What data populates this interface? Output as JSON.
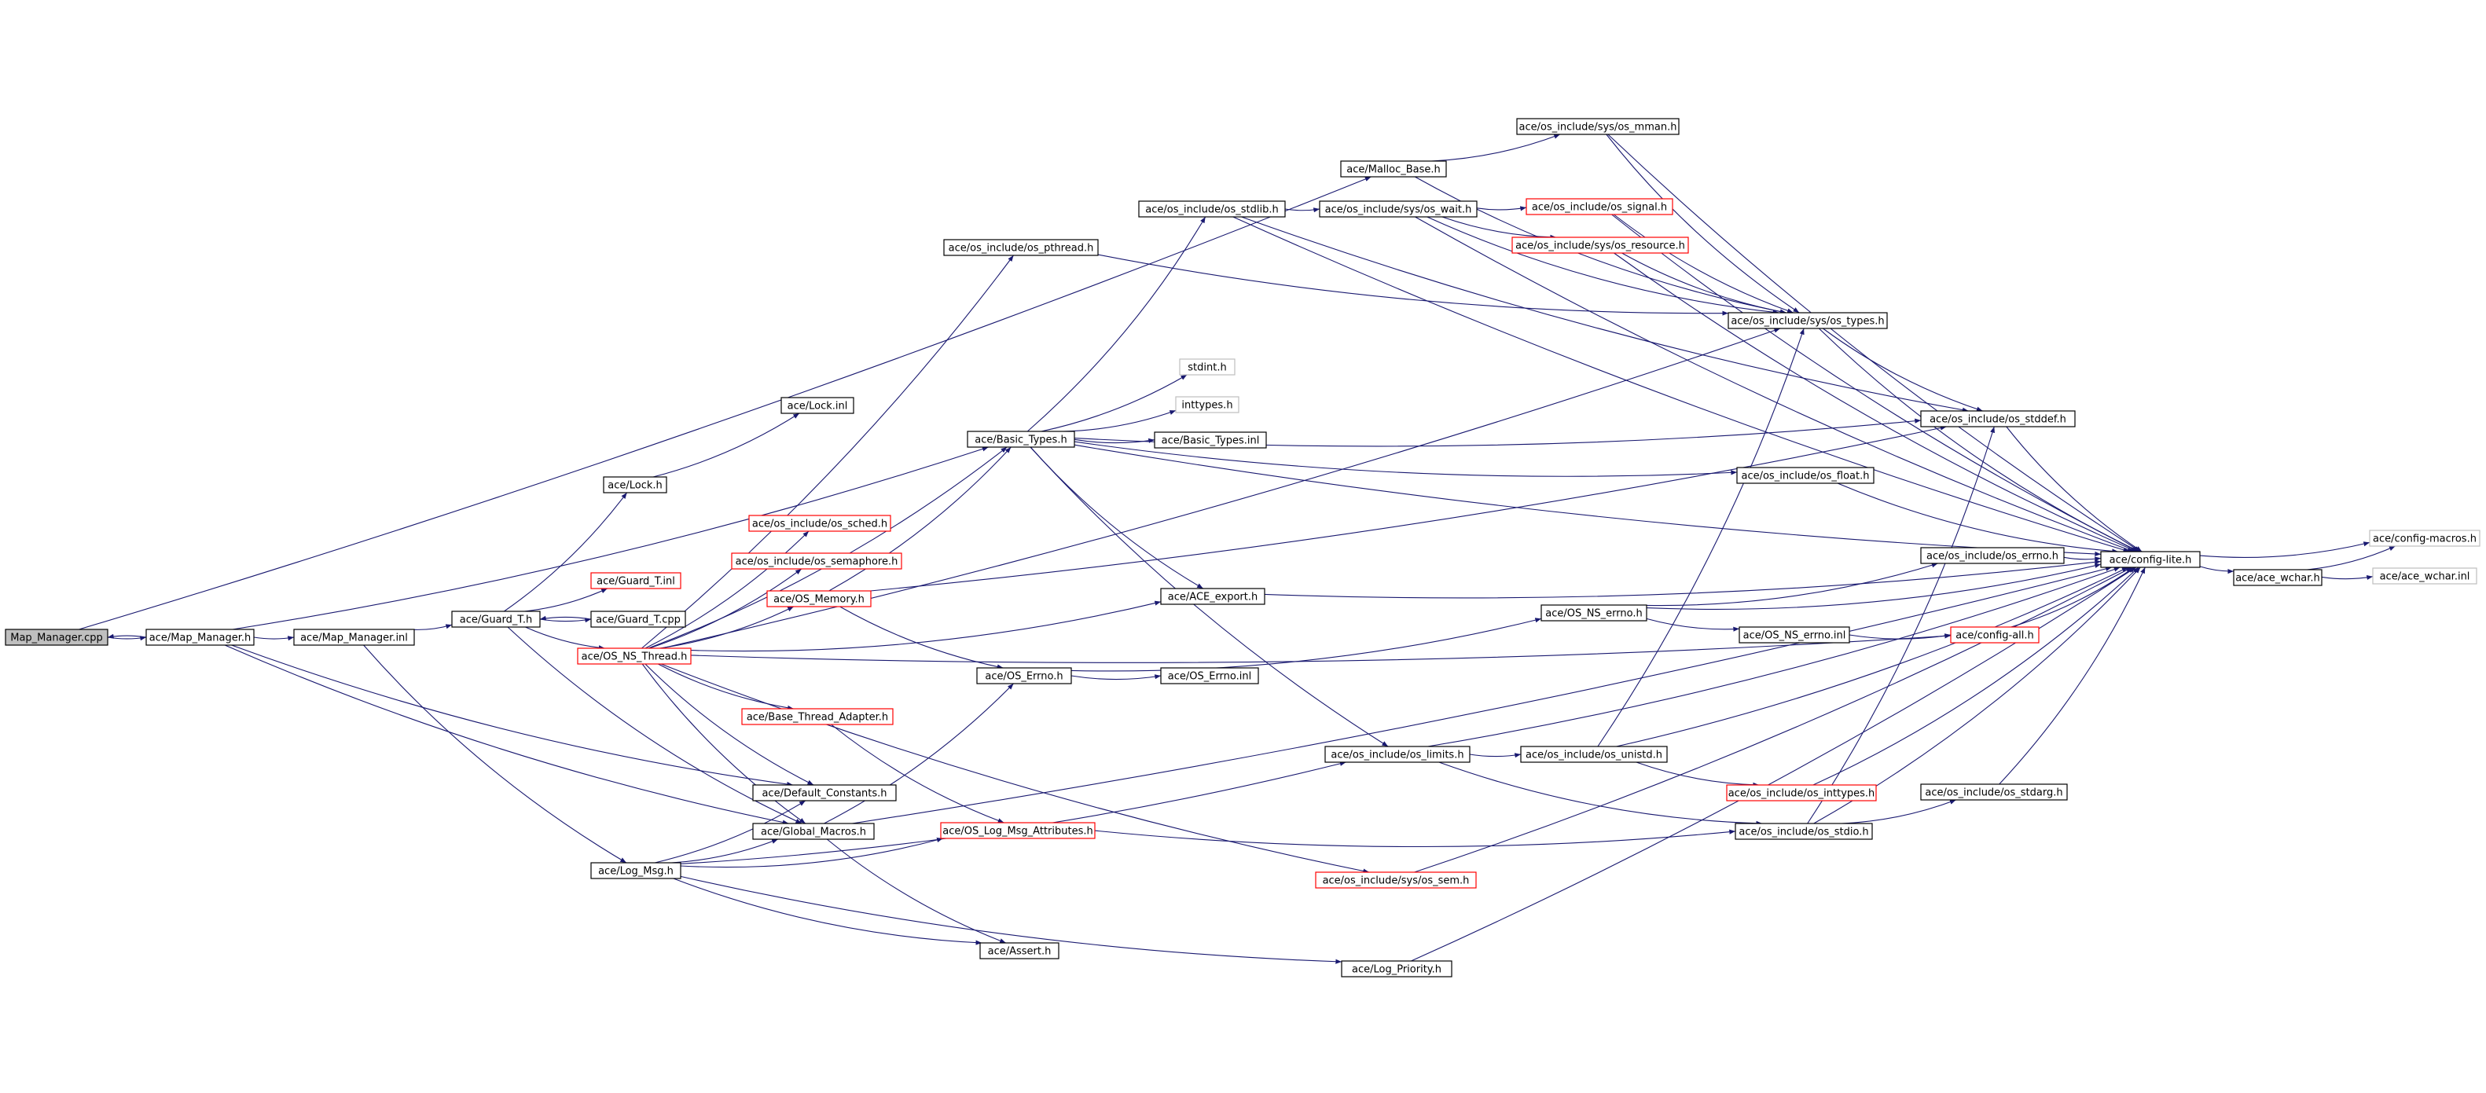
{
  "diagram": {
    "colors": {
      "edge": "#191970",
      "node_border": "#000000",
      "missing_border": "#ff0000",
      "external_border": "#bfbfbf",
      "root_fill": "#bfbfbf",
      "node_fill": "#ffffff"
    },
    "nodes": [
      {
        "id": "map_manager_cpp",
        "label": "Map_Manager.cpp",
        "style": "root"
      },
      {
        "id": "map_manager_h",
        "label": "ace/Map_Manager.h",
        "style": "normal"
      },
      {
        "id": "map_manager_inl",
        "label": "ace/Map_Manager.inl",
        "style": "normal"
      },
      {
        "id": "guard_t_h",
        "label": "ace/Guard_T.h",
        "style": "normal"
      },
      {
        "id": "lock_h",
        "label": "ace/Lock.h",
        "style": "normal"
      },
      {
        "id": "lock_inl",
        "label": "ace/Lock.inl",
        "style": "normal"
      },
      {
        "id": "guard_t_inl",
        "label": "ace/Guard_T.inl",
        "style": "missing"
      },
      {
        "id": "guard_t_cpp",
        "label": "ace/Guard_T.cpp",
        "style": "normal"
      },
      {
        "id": "os_ns_thread_h",
        "label": "ace/OS_NS_Thread.h",
        "style": "missing"
      },
      {
        "id": "os_pthread_h",
        "label": "ace/os_include/os_pthread.h",
        "style": "normal"
      },
      {
        "id": "os_sched_h",
        "label": "ace/os_include/os_sched.h",
        "style": "missing"
      },
      {
        "id": "os_semaphore_h",
        "label": "ace/os_include/os_semaphore.h",
        "style": "missing"
      },
      {
        "id": "os_memory_h",
        "label": "ace/OS_Memory.h",
        "style": "missing"
      },
      {
        "id": "base_thread_adapter_h",
        "label": "ace/Base_Thread_Adapter.h",
        "style": "missing"
      },
      {
        "id": "default_constants_h",
        "label": "ace/Default_Constants.h",
        "style": "normal"
      },
      {
        "id": "global_macros_h",
        "label": "ace/Global_Macros.h",
        "style": "normal"
      },
      {
        "id": "log_msg_h",
        "label": "ace/Log_Msg.h",
        "style": "normal"
      },
      {
        "id": "assert_h",
        "label": "ace/Assert.h",
        "style": "normal"
      },
      {
        "id": "log_priority_h",
        "label": "ace/Log_Priority.h",
        "style": "normal"
      },
      {
        "id": "basic_types_h",
        "label": "ace/Basic_Types.h",
        "style": "normal"
      },
      {
        "id": "stdint_h",
        "label": "stdint.h",
        "style": "external"
      },
      {
        "id": "inttypes_h",
        "label": "inttypes.h",
        "style": "external"
      },
      {
        "id": "basic_types_inl",
        "label": "ace/Basic_Types.inl",
        "style": "normal"
      },
      {
        "id": "ace_export_h",
        "label": "ace/ACE_export.h",
        "style": "normal"
      },
      {
        "id": "os_errno_h_upper",
        "label": "ace/OS_Errno.h",
        "style": "normal"
      },
      {
        "id": "os_errno_inl",
        "label": "ace/OS_Errno.inl",
        "style": "normal"
      },
      {
        "id": "os_log_msg_attributes_h",
        "label": "ace/OS_Log_Msg_Attributes.h",
        "style": "missing"
      },
      {
        "id": "malloc_base_h",
        "label": "ace/Malloc_Base.h",
        "style": "normal"
      },
      {
        "id": "os_stdlib_h",
        "label": "ace/os_include/os_stdlib.h",
        "style": "normal"
      },
      {
        "id": "sys_os_wait_h",
        "label": "ace/os_include/sys/os_wait.h",
        "style": "normal"
      },
      {
        "id": "sys_os_mman_h",
        "label": "ace/os_include/sys/os_mman.h",
        "style": "normal"
      },
      {
        "id": "os_signal_h",
        "label": "ace/os_include/os_signal.h",
        "style": "missing"
      },
      {
        "id": "sys_os_resource_h",
        "label": "ace/os_include/sys/os_resource.h",
        "style": "missing"
      },
      {
        "id": "sys_os_types_h",
        "label": "ace/os_include/sys/os_types.h",
        "style": "normal"
      },
      {
        "id": "os_stddef_h",
        "label": "ace/os_include/os_stddef.h",
        "style": "normal"
      },
      {
        "id": "os_float_h",
        "label": "ace/os_include/os_float.h",
        "style": "normal"
      },
      {
        "id": "os_include_os_errno_h",
        "label": "ace/os_include/os_errno.h",
        "style": "normal"
      },
      {
        "id": "os_ns_errno_h",
        "label": "ace/OS_NS_errno.h",
        "style": "normal"
      },
      {
        "id": "os_ns_errno_inl",
        "label": "ace/OS_NS_errno.inl",
        "style": "normal"
      },
      {
        "id": "config_all_h",
        "label": "ace/config-all.h",
        "style": "missing"
      },
      {
        "id": "config_lite_h",
        "label": "ace/config-lite.h",
        "style": "normal"
      },
      {
        "id": "config_macros_h",
        "label": "ace/config-macros.h",
        "style": "external"
      },
      {
        "id": "ace_wchar_h",
        "label": "ace/ace_wchar.h",
        "style": "normal"
      },
      {
        "id": "ace_wchar_inl",
        "label": "ace/ace_wchar.inl",
        "style": "external"
      },
      {
        "id": "os_limits_h",
        "label": "ace/os_include/os_limits.h",
        "style": "normal"
      },
      {
        "id": "os_unistd_h",
        "label": "ace/os_include/os_unistd.h",
        "style": "normal"
      },
      {
        "id": "os_inttypes_h",
        "label": "ace/os_include/os_inttypes.h",
        "style": "missing"
      },
      {
        "id": "os_stdarg_h",
        "label": "ace/os_include/os_stdarg.h",
        "style": "normal"
      },
      {
        "id": "os_stdio_h",
        "label": "ace/os_include/os_stdio.h",
        "style": "normal"
      },
      {
        "id": "sys_os_sem_h",
        "label": "ace/os_include/sys/os_sem.h",
        "style": "missing"
      }
    ],
    "edges": [
      [
        "map_manager_cpp",
        "map_manager_h"
      ],
      [
        "map_manager_cpp",
        "malloc_base_h"
      ],
      [
        "map_manager_h",
        "map_manager_cpp"
      ],
      [
        "map_manager_h",
        "map_manager_inl"
      ],
      [
        "map_manager_h",
        "basic_types_h"
      ],
      [
        "map_manager_h",
        "default_constants_h"
      ],
      [
        "map_manager_h",
        "global_macros_h"
      ],
      [
        "map_manager_inl",
        "guard_t_h"
      ],
      [
        "map_manager_inl",
        "log_msg_h"
      ],
      [
        "guard_t_h",
        "lock_h"
      ],
      [
        "guard_t_h",
        "guard_t_inl"
      ],
      [
        "guard_t_h",
        "guard_t_cpp"
      ],
      [
        "guard_t_h",
        "os_ns_thread_h"
      ],
      [
        "guard_t_h",
        "global_macros_h"
      ],
      [
        "guard_t_cpp",
        "guard_t_h"
      ],
      [
        "lock_h",
        "lock_inl"
      ],
      [
        "os_ns_thread_h",
        "os_pthread_h"
      ],
      [
        "os_ns_thread_h",
        "os_sched_h"
      ],
      [
        "os_ns_thread_h",
        "os_semaphore_h"
      ],
      [
        "os_ns_thread_h",
        "os_memory_h"
      ],
      [
        "os_ns_thread_h",
        "basic_types_h"
      ],
      [
        "os_ns_thread_h",
        "sys_os_types_h"
      ],
      [
        "os_ns_thread_h",
        "ace_export_h"
      ],
      [
        "os_ns_thread_h",
        "base_thread_adapter_h"
      ],
      [
        "os_ns_thread_h",
        "default_constants_h"
      ],
      [
        "os_ns_thread_h",
        "global_macros_h"
      ],
      [
        "os_ns_thread_h",
        "config_all_h"
      ],
      [
        "os_ns_thread_h",
        "sys_os_sem_h"
      ],
      [
        "os_pthread_h",
        "sys_os_types_h"
      ],
      [
        "os_memory_h",
        "basic_types_h"
      ],
      [
        "os_memory_h",
        "os_errno_h_upper"
      ],
      [
        "os_memory_h",
        "os_stddef_h"
      ],
      [
        "base_thread_adapter_h",
        "os_log_msg_attributes_h"
      ],
      [
        "log_msg_h",
        "default_constants_h"
      ],
      [
        "log_msg_h",
        "global_macros_h"
      ],
      [
        "log_msg_h",
        "assert_h"
      ],
      [
        "log_msg_h",
        "os_log_msg_attributes_h"
      ],
      [
        "log_msg_h",
        "log_priority_h"
      ],
      [
        "log_msg_h",
        "os_limits_h"
      ],
      [
        "global_macros_h",
        "os_errno_h_upper"
      ],
      [
        "global_macros_h",
        "assert_h"
      ],
      [
        "global_macros_h",
        "config_lite_h"
      ],
      [
        "basic_types_h",
        "stdint_h"
      ],
      [
        "basic_types_h",
        "inttypes_h"
      ],
      [
        "basic_types_h",
        "basic_types_inl"
      ],
      [
        "basic_types_h",
        "ace_export_h"
      ],
      [
        "basic_types_h",
        "os_stdlib_h"
      ],
      [
        "basic_types_h",
        "os_stddef_h"
      ],
      [
        "basic_types_h",
        "os_float_h"
      ],
      [
        "basic_types_h",
        "os_limits_h"
      ],
      [
        "basic_types_h",
        "config_lite_h"
      ],
      [
        "ace_export_h",
        "config_lite_h"
      ],
      [
        "os_errno_h_upper",
        "os_errno_inl"
      ],
      [
        "os_errno_h_upper",
        "os_ns_errno_h"
      ],
      [
        "os_log_msg_attributes_h",
        "os_stdio_h"
      ],
      [
        "malloc_base_h",
        "sys_os_mman_h"
      ],
      [
        "malloc_base_h",
        "sys_os_types_h"
      ],
      [
        "os_stdlib_h",
        "sys_os_wait_h"
      ],
      [
        "os_stdlib_h",
        "os_stddef_h"
      ],
      [
        "os_stdlib_h",
        "config_lite_h"
      ],
      [
        "sys_os_wait_h",
        "os_signal_h"
      ],
      [
        "sys_os_wait_h",
        "sys_os_resource_h"
      ],
      [
        "sys_os_wait_h",
        "sys_os_types_h"
      ],
      [
        "sys_os_wait_h",
        "config_lite_h"
      ],
      [
        "sys_os_mman_h",
        "sys_os_types_h"
      ],
      [
        "sys_os_mman_h",
        "config_lite_h"
      ],
      [
        "os_signal_h",
        "sys_os_types_h"
      ],
      [
        "os_signal_h",
        "config_lite_h"
      ],
      [
        "sys_os_resource_h",
        "sys_os_types_h"
      ],
      [
        "sys_os_resource_h",
        "config_lite_h"
      ],
      [
        "sys_os_types_h",
        "os_stddef_h"
      ],
      [
        "sys_os_types_h",
        "config_lite_h"
      ],
      [
        "os_stddef_h",
        "config_lite_h"
      ],
      [
        "os_float_h",
        "config_lite_h"
      ],
      [
        "os_ns_errno_h",
        "os_include_os_errno_h"
      ],
      [
        "os_ns_errno_h",
        "os_ns_errno_inl"
      ],
      [
        "os_ns_errno_h",
        "config_lite_h"
      ],
      [
        "os_include_os_errno_h",
        "config_lite_h"
      ],
      [
        "os_ns_errno_inl",
        "config_all_h"
      ],
      [
        "config_all_h",
        "config_lite_h"
      ],
      [
        "config_lite_h",
        "config_macros_h"
      ],
      [
        "config_lite_h",
        "ace_wchar_h"
      ],
      [
        "ace_wchar_h",
        "config_macros_h"
      ],
      [
        "ace_wchar_h",
        "ace_wchar_inl"
      ],
      [
        "os_limits_h",
        "os_unistd_h"
      ],
      [
        "os_limits_h",
        "os_stdio_h"
      ],
      [
        "os_limits_h",
        "config_lite_h"
      ],
      [
        "os_unistd_h",
        "sys_os_types_h"
      ],
      [
        "os_unistd_h",
        "os_inttypes_h"
      ],
      [
        "os_unistd_h",
        "config_lite_h"
      ],
      [
        "os_inttypes_h",
        "config_lite_h"
      ],
      [
        "os_stdio_h",
        "os_stdarg_h"
      ],
      [
        "os_stdio_h",
        "os_stddef_h"
      ],
      [
        "os_stdio_h",
        "config_lite_h"
      ],
      [
        "os_stdarg_h",
        "config_lite_h"
      ],
      [
        "sys_os_sem_h",
        "config_lite_h"
      ],
      [
        "log_priority_h",
        "config_lite_h"
      ]
    ]
  }
}
